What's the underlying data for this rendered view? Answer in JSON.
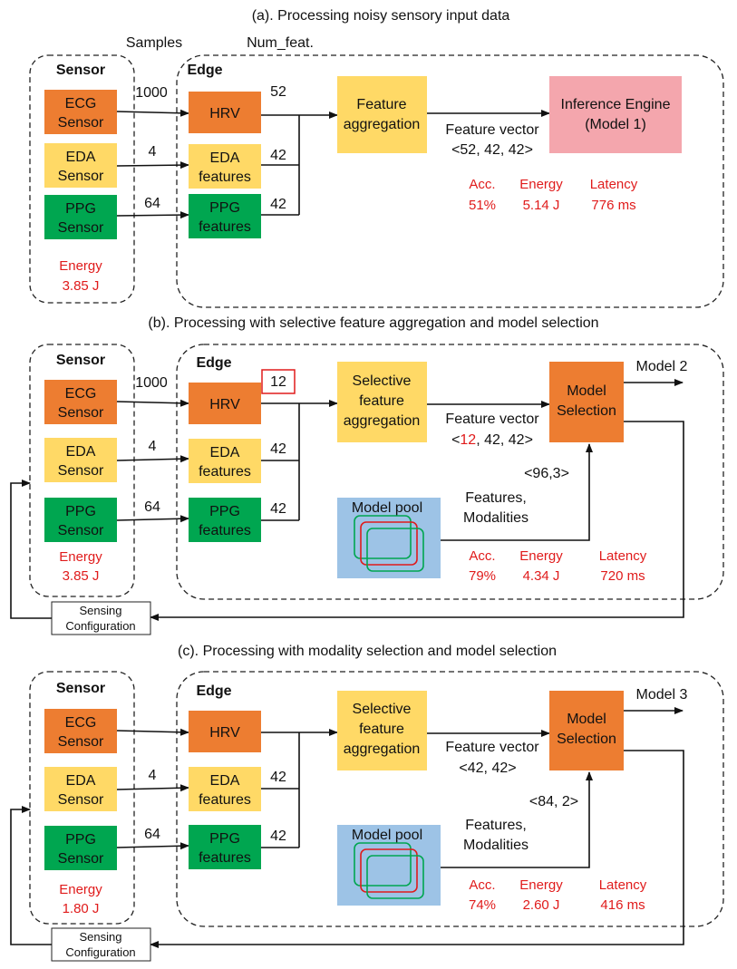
{
  "colors": {
    "ecg": "#ed7d31",
    "eda": "#ffd966",
    "ppg": "#00a650",
    "inference": "#f4a6ad",
    "feature_agg": "#ffd966",
    "model_selection": "#ed7d31",
    "model_pool": "#9dc3e6",
    "metric_red": "#e01b1b",
    "pool_green": "#00a650",
    "pool_red": "#e01b1b"
  },
  "panel_a": {
    "title": "(a). Processing noisy sensory input data",
    "col_samples": "Samples",
    "col_num_feat": "Num_feat.",
    "sensor_title": "Sensor",
    "edge_title": "Edge",
    "ecg": [
      "ECG",
      "Sensor"
    ],
    "eda": [
      "EDA",
      "Sensor"
    ],
    "ppg": [
      "PPG",
      "Sensor"
    ],
    "samples": {
      "ecg": "1000",
      "eda": "4",
      "ppg": "64"
    },
    "hrv": "HRV",
    "eda_feat": [
      "EDA",
      "features"
    ],
    "ppg_feat": [
      "PPG",
      "features"
    ],
    "num_feat": {
      "hrv": "52",
      "eda": "42",
      "ppg": "42"
    },
    "agg": [
      "Feature",
      "aggregation"
    ],
    "fv_label": "Feature vector",
    "fv_value": "<52, 42, 42>",
    "inference": [
      "Inference Engine",
      "(Model 1)"
    ],
    "energy_label": "Energy",
    "energy_value": "3.85 J",
    "metrics": {
      "labels": [
        "Acc.",
        "Energy",
        "Latency"
      ],
      "values": [
        "51%",
        "5.14 J",
        "776 ms"
      ]
    }
  },
  "panel_b": {
    "title": "(b). Processing with selective feature aggregation and model selection",
    "sensor_title": "Sensor",
    "edge_title": "Edge",
    "ecg": [
      "ECG",
      "Sensor"
    ],
    "eda": [
      "EDA",
      "Sensor"
    ],
    "ppg": [
      "PPG",
      "Sensor"
    ],
    "samples": {
      "ecg": "1000",
      "eda": "4",
      "ppg": "64"
    },
    "hrv": "HRV",
    "eda_feat": [
      "EDA",
      "features"
    ],
    "ppg_feat": [
      "PPG",
      "features"
    ],
    "num_feat": {
      "hrv": "12",
      "eda": "42",
      "ppg": "42"
    },
    "agg": [
      "Selective",
      "feature",
      "aggregation"
    ],
    "fv_label": "Feature vector",
    "fv_open": "<",
    "fv_highlight": "12",
    "fv_rest": ", 42, 42>",
    "model_selection": [
      "Model",
      "Selection"
    ],
    "model_out": "Model 2",
    "model_pool": "Model pool",
    "feat_mod": [
      "Features,",
      "Modalities"
    ],
    "feat_mod_value": "<96,3>",
    "energy_label": "Energy",
    "energy_value": "3.85 J",
    "sensing_config": [
      "Sensing",
      "Configuration"
    ],
    "metrics": {
      "labels": [
        "Acc.",
        "Energy",
        "Latency"
      ],
      "values": [
        "79%",
        "4.34 J",
        "720 ms"
      ]
    }
  },
  "panel_c": {
    "title": "(c). Processing with modality selection and model selection",
    "sensor_title": "Sensor",
    "edge_title": "Edge",
    "ecg": [
      "ECG",
      "Sensor"
    ],
    "eda": [
      "EDA",
      "Sensor"
    ],
    "ppg": [
      "PPG",
      "Sensor"
    ],
    "samples": {
      "eda": "4",
      "ppg": "64"
    },
    "hrv": "HRV",
    "eda_feat": [
      "EDA",
      "features"
    ],
    "ppg_feat": [
      "PPG",
      "features"
    ],
    "num_feat": {
      "eda": "42",
      "ppg": "42"
    },
    "agg": [
      "Selective",
      "feature",
      "aggregation"
    ],
    "fv_label": "Feature vector",
    "fv_value": "<42, 42>",
    "model_selection": [
      "Model",
      "Selection"
    ],
    "model_out": "Model 3",
    "model_pool": "Model pool",
    "feat_mod": [
      "Features,",
      "Modalities"
    ],
    "feat_mod_value": "<84, 2>",
    "energy_label": "Energy",
    "energy_value": "1.80 J",
    "sensing_config": [
      "Sensing",
      "Configuration"
    ],
    "metrics": {
      "labels": [
        "Acc.",
        "Energy",
        "Latency"
      ],
      "values": [
        "74%",
        "2.60 J",
        "416 ms"
      ]
    }
  }
}
